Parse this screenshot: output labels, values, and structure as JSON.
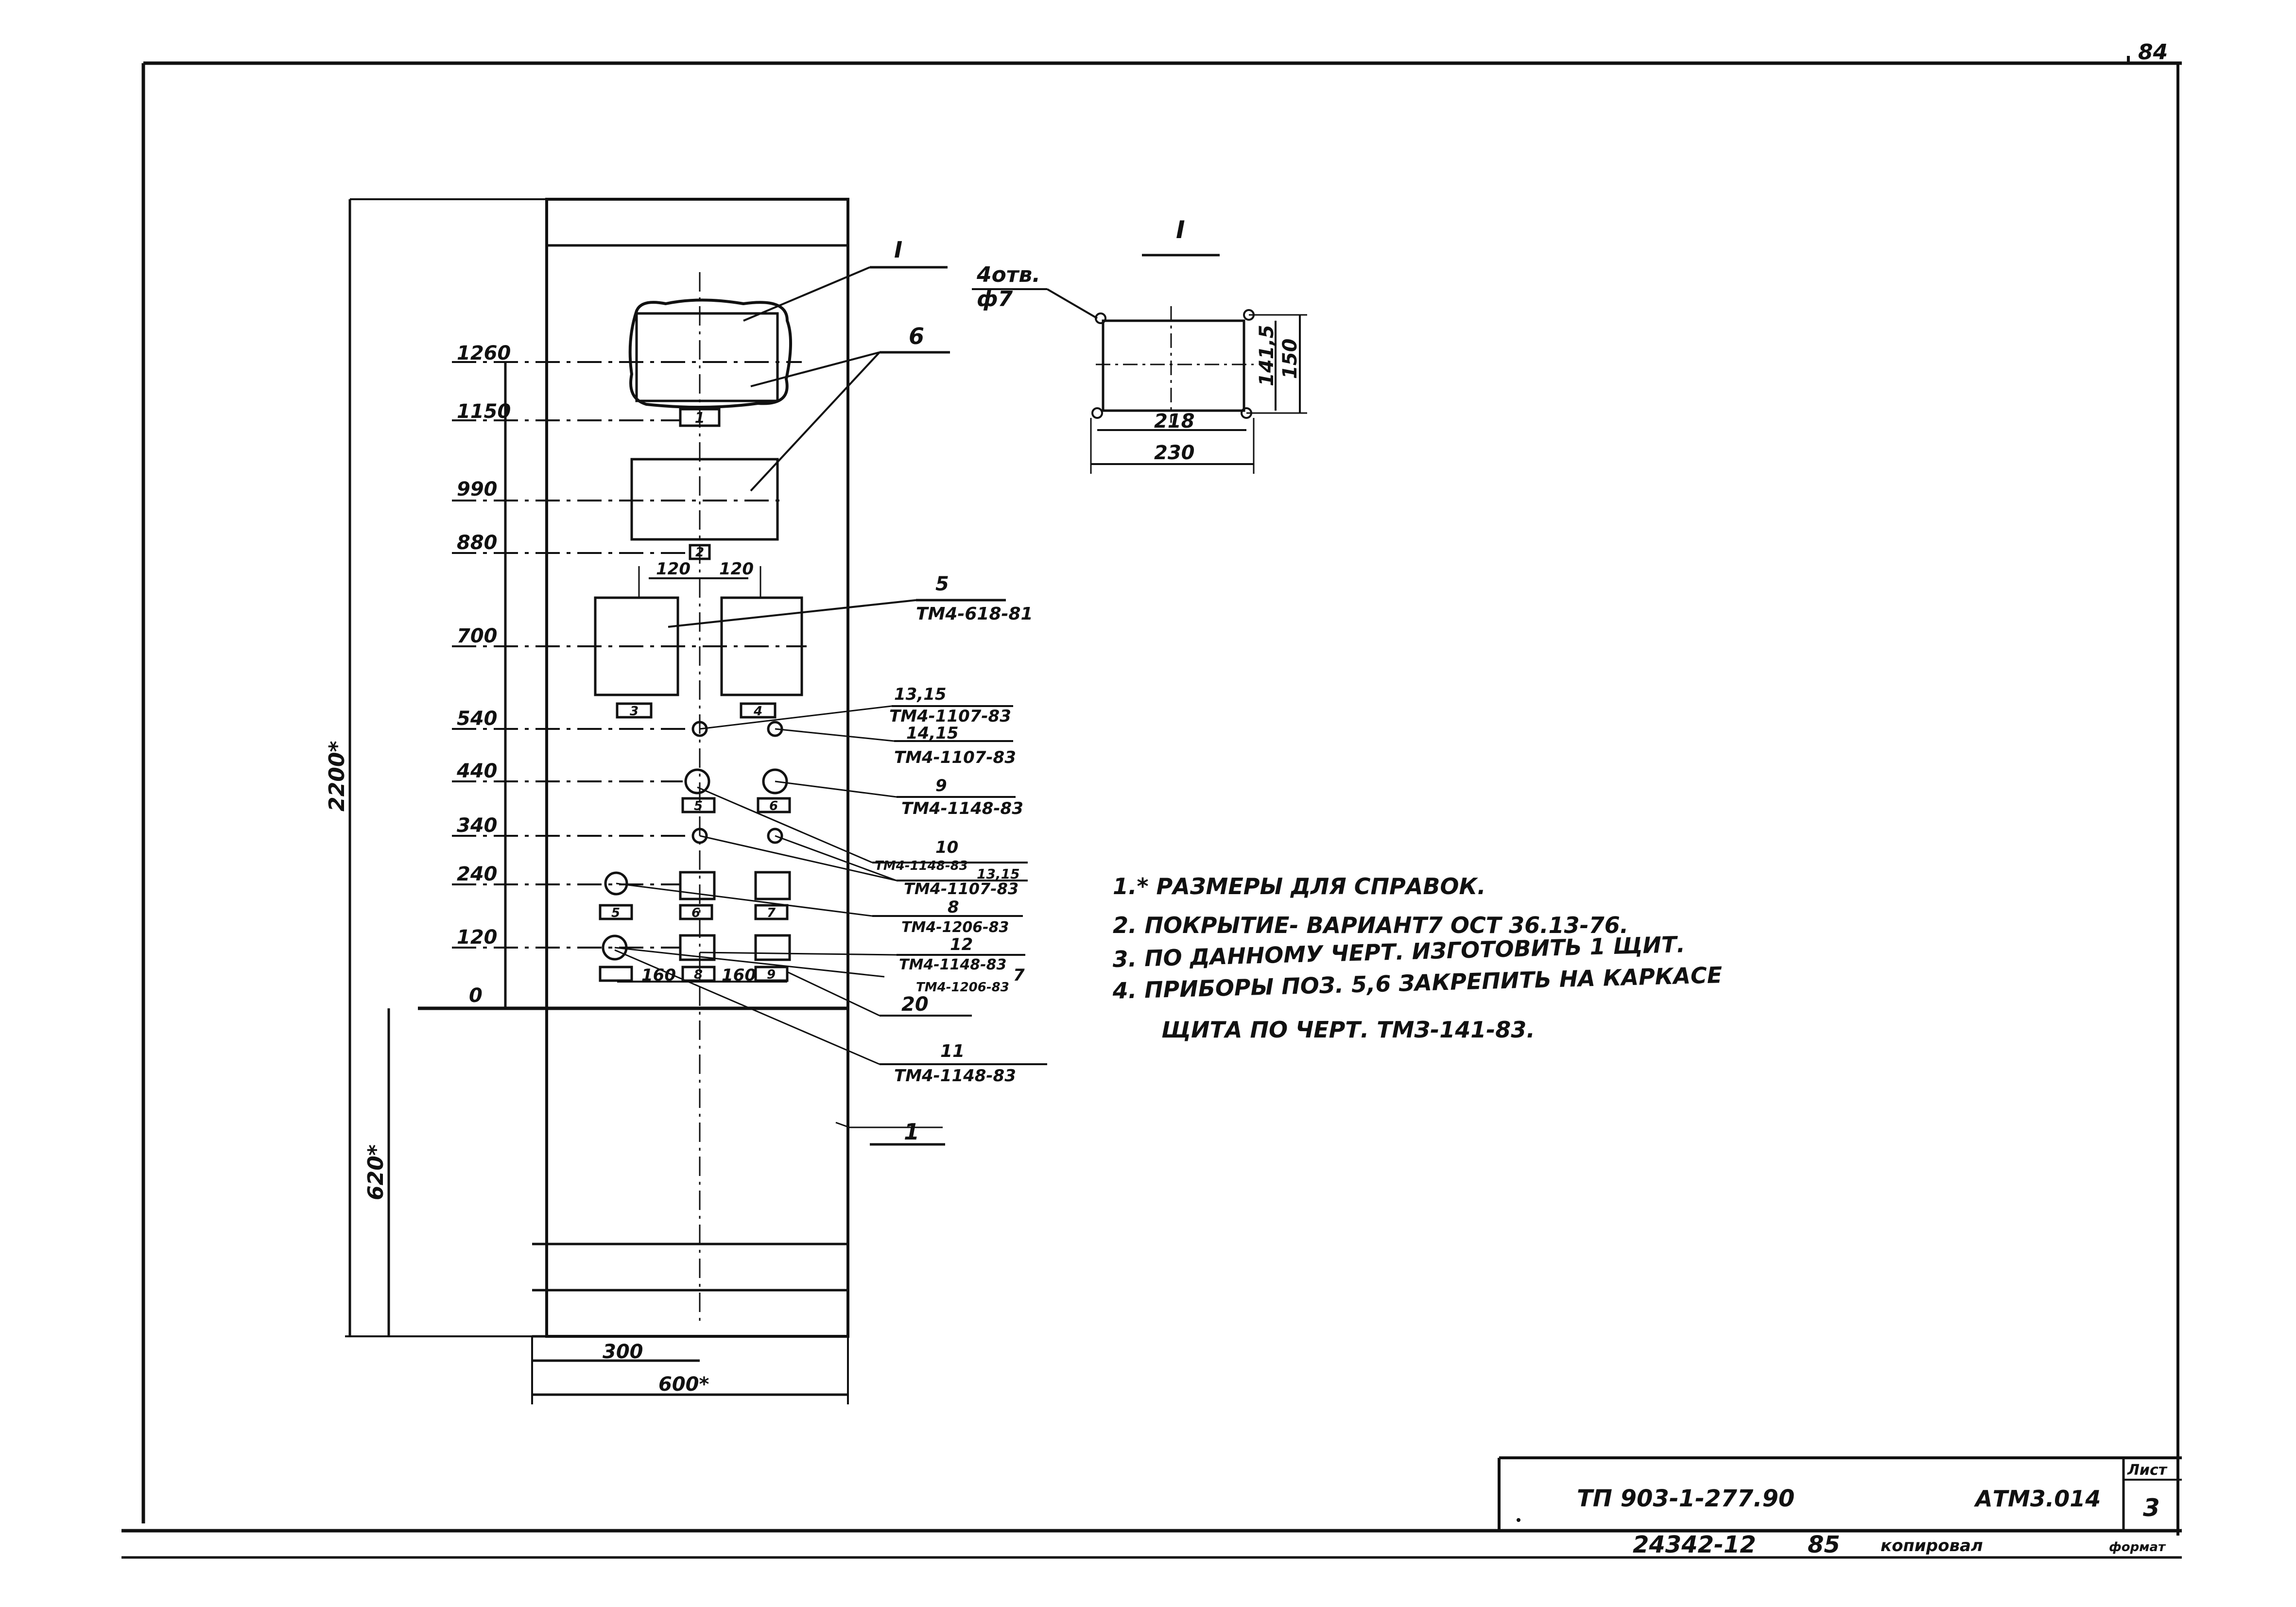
{
  "sheet_corner": "84",
  "main_view": {
    "detail_callout": "I",
    "callout_6": "6",
    "callout_5": "5",
    "callout_5_doc": "ТМ4-618-81",
    "callout_1": "1",
    "elev_labels": [
      "1260",
      "1150",
      "990",
      "880",
      "700",
      "540",
      "440",
      "340",
      "240",
      "120",
      "0"
    ],
    "spacing_labels": [
      "120",
      "120"
    ],
    "bottom_spacing": [
      "160",
      "160"
    ],
    "height_total": "2200*",
    "height_base": "620*",
    "width_half": "300",
    "width_total": "600*",
    "plate_labels": [
      "1",
      "2",
      "3",
      "4",
      "5",
      "6",
      "5",
      "6",
      "7",
      "8",
      "9"
    ],
    "leaders": [
      {
        "num": "13,15",
        "doc": "ТМ4-1107-83"
      },
      {
        "num": "14,15",
        "doc": "ТМ4-1107-83"
      },
      {
        "num": "9",
        "doc": "ТМ4-1148-83"
      },
      {
        "num": "10",
        "doc": "ТМ4-1148-83",
        "extra": "13,15"
      },
      {
        "num": "",
        "doc": "ТМ4-1107-83"
      },
      {
        "num": "8",
        "doc": "ТМ4-1206-83"
      },
      {
        "num": "12",
        "doc": "ТМ4-1148-83",
        "extra": "7"
      },
      {
        "num": "",
        "doc": "ТМ4-1206-83"
      },
      {
        "num": "20",
        "doc": ""
      },
      {
        "num": "11",
        "doc": "ТМ4-1148-83"
      }
    ]
  },
  "detail_view": {
    "title": "I",
    "holes_label_1": "4отв.",
    "holes_label_2": "ф7",
    "dim_218": "218",
    "dim_230": "230",
    "dim_141": "141,5",
    "dim_150": "150"
  },
  "notes": [
    "1.* РАЗМЕРЫ ДЛЯ СПРАВОК.",
    "2. ПОКРЫТИЕ- ВАРИАНТ7 ОСТ 36.13-76.",
    "3. ПО ДАННОМУ ЧЕРТ. ИЗГОТОВИТЬ 1 ЩИТ.",
    "4. ПРИБОРЫ ПОЗ. 5,6 ЗАКРЕПИТЬ НА КАРКАСЕ",
    "ЩИТА ПО ЧЕРТ. ТМЗ-141-83."
  ],
  "title_block": {
    "project": "ТП 903-1-277.90",
    "code": "АТМ3.014",
    "sheet_label": "Лист",
    "sheet_number": "3",
    "footer_number": "24342-12",
    "footer_copy": "85",
    "footer_copied": "копировал",
    "footer_format": "формат"
  }
}
